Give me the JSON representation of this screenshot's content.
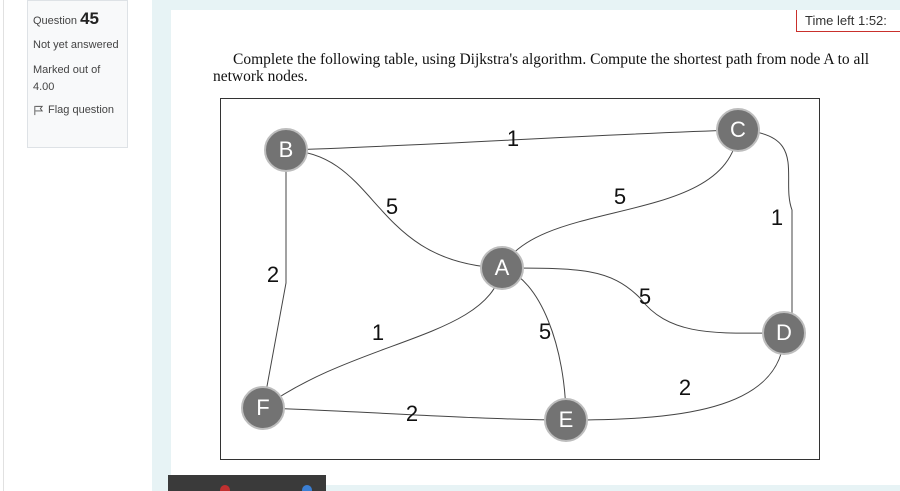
{
  "question_info": {
    "question_word": "Question",
    "question_number": "45",
    "status": "Not yet answered",
    "marked_out_of": "Marked out of 4.00",
    "flag_label": "Flag question"
  },
  "timer": {
    "text": "Time left 1:52:"
  },
  "question_text": "Complete the following table, using Dijkstra's algorithm. Compute the shortest path from node A to all network nodes.",
  "graph": {
    "nodes": [
      {
        "id": "A",
        "label": "A"
      },
      {
        "id": "B",
        "label": "B"
      },
      {
        "id": "C",
        "label": "C"
      },
      {
        "id": "D",
        "label": "D"
      },
      {
        "id": "E",
        "label": "E"
      },
      {
        "id": "F",
        "label": "F"
      }
    ],
    "edges": [
      {
        "from": "B",
        "to": "C",
        "weight": "1"
      },
      {
        "from": "B",
        "to": "A",
        "weight": "5"
      },
      {
        "from": "A",
        "to": "C",
        "weight": "5"
      },
      {
        "from": "C",
        "to": "D",
        "weight": "1"
      },
      {
        "from": "B",
        "to": "F",
        "weight": "2"
      },
      {
        "from": "A",
        "to": "D",
        "weight": "5"
      },
      {
        "from": "A",
        "to": "F",
        "weight": "1"
      },
      {
        "from": "A",
        "to": "E",
        "weight": "5"
      },
      {
        "from": "F",
        "to": "E",
        "weight": "2"
      },
      {
        "from": "E",
        "to": "D",
        "weight": "2"
      }
    ],
    "node_fill": "#737373",
    "node_stroke": "#bdbdbd"
  },
  "colors": {
    "timer_border": "#c9302c",
    "content_band": "#e7f3f5"
  }
}
